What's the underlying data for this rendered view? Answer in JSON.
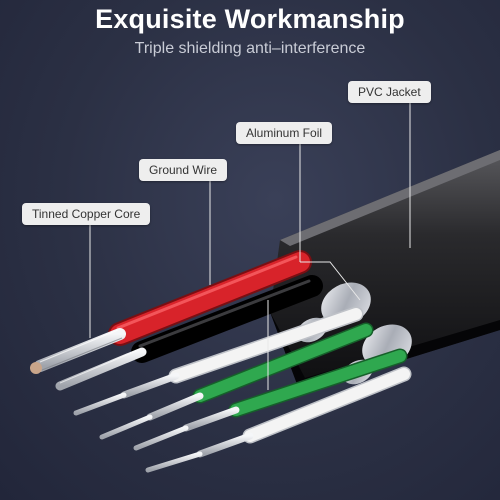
{
  "header": {
    "title": "Exquisite Workmanship",
    "subtitle": "Triple shielding anti–interference"
  },
  "callouts": {
    "pvc_jacket": "PVC Jacket",
    "aluminum_foil": "Aluminum Foil",
    "ground_wire": "Ground Wire",
    "tinned_copper_core": "Tinned Copper Core"
  },
  "colors": {
    "background": "#2b3044",
    "title_text": "#ffffff",
    "subtitle_text": "#c9ccd6",
    "callout_fill": "#eeeeee",
    "callout_text": "#333333",
    "jacket": "#1c1c1e",
    "red_wire": "#d8232a",
    "black_wire": "#111111",
    "white_wire": "#f4f4f4",
    "green_wire": "#2fa84f",
    "tinned_copper": "#d9dbe0",
    "leader_line": "#e8e8e8"
  }
}
